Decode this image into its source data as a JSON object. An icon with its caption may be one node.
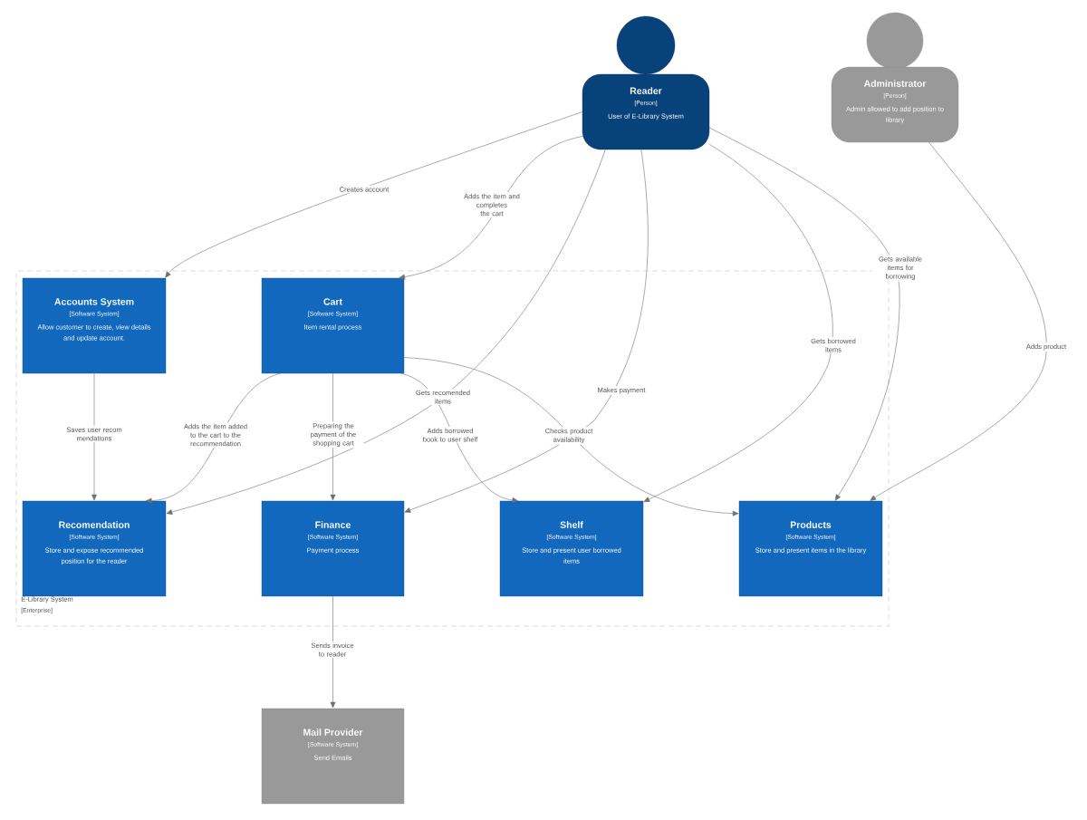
{
  "diagram": {
    "nodes": [
      {
        "text": [
          "Reader",
          "[Person]",
          "User of E-Library System"
        ]
      },
      {
        "text": [
          "Administrator",
          "[Person]",
          "Admin allowed to add position to library"
        ]
      },
      {
        "text": [
          "E-Library System",
          "[Enterprise]"
        ]
      },
      {
        "text": [
          "Accounts System",
          "[Software System]",
          "Allow customer to create, view details and update account."
        ],
        "in": 2
      },
      {
        "text": [
          "Cart",
          "[Software System]",
          "Item rental process"
        ],
        "in": 2
      },
      {
        "text": [
          "Recomendation",
          "[Software System]",
          "Store and expose recommended position for the reader"
        ],
        "in": 2
      },
      {
        "text": [
          "Finance",
          "[Software System]",
          "Payment process"
        ],
        "in": 2
      },
      {
        "text": [
          "Shelf",
          "[Software System]",
          "Store and present user borrowed items"
        ],
        "in": 2
      },
      {
        "text": [
          "Products",
          "[Software System]",
          "Store and present items in the library"
        ],
        "in": 2
      },
      {
        "text": [
          "Mail Provider",
          "[Software System]",
          "Send Emails"
        ]
      }
    ],
    "edges": [
      {
        "from": 0,
        "to": 3,
        "arrow": "to",
        "label": "Creates account"
      },
      {
        "from": 0,
        "to": 4,
        "arrow": "to",
        "label": "Adds the item and completes the cart"
      },
      {
        "from": 0,
        "to": 5,
        "arrow": "to",
        "label": "Gets recomended items"
      },
      {
        "from": 0,
        "to": 6,
        "arrow": "to",
        "label": "Makes payment"
      },
      {
        "from": 0,
        "to": 7,
        "arrow": "to",
        "label": "Gets borrowed items"
      },
      {
        "from": 0,
        "to": 8,
        "arrow": "to",
        "label": "Gets available items for borrowing"
      },
      {
        "from": 1,
        "to": 8,
        "arrow": "to",
        "label": "Adds product"
      },
      {
        "from": 3,
        "to": 5,
        "arrow": "to",
        "label": "Saves user recom mendations"
      },
      {
        "from": 4,
        "to": 5,
        "arrow": "to",
        "label": "Adds the item added to the cart to the recommendation"
      },
      {
        "from": 4,
        "to": 6,
        "arrow": "to",
        "label": "Preparing the payment of the shopping cart"
      },
      {
        "from": 4,
        "to": 7,
        "arrow": "to",
        "label": "Adds borrowed book to user shelf"
      },
      {
        "from": 4,
        "to": 8,
        "arrow": "to",
        "label": "Checks product availability"
      },
      {
        "from": 6,
        "to": 9,
        "arrow": "to",
        "label": "Sends invoice to reader"
      }
    ]
  }
}
